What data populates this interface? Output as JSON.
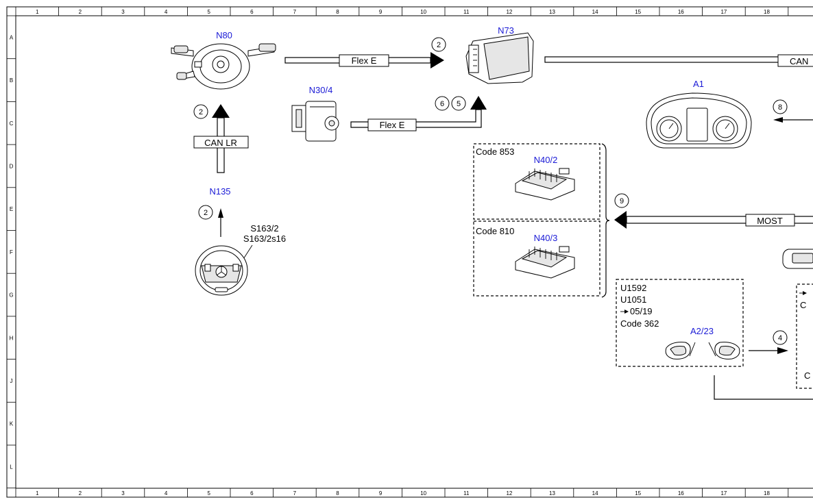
{
  "ruler": {
    "columns": [
      "1",
      "2",
      "3",
      "4",
      "5",
      "6",
      "7",
      "8",
      "9",
      "10",
      "11",
      "12",
      "13",
      "14",
      "15",
      "16",
      "17",
      "18"
    ],
    "rows": [
      "A",
      "B",
      "C",
      "D",
      "E",
      "F",
      "G",
      "H",
      "J",
      "K",
      "L"
    ]
  },
  "components": {
    "n80": "N80",
    "n73": "N73",
    "n30_4": "N30/4",
    "a1": "A1",
    "n135": "N135",
    "n40_2": "N40/2",
    "n40_3": "N40/3",
    "a2_23": "A2/23"
  },
  "switch_labels": [
    "S163/2",
    "S163/2s16"
  ],
  "buses": {
    "flex_e_top": "Flex E",
    "flex_e_bottom": "Flex E",
    "can_lr": "CAN LR",
    "can_right": "CAN",
    "most": "MOST"
  },
  "circled_refs": {
    "r_n73": "2",
    "r_can_lr": "2",
    "r_n135": "2",
    "r_6": "6",
    "r_5": "5",
    "r_8": "8",
    "r_9": "9",
    "r_4": "4"
  },
  "code_boxes": {
    "code_853": "Code 853",
    "code_810": "Code 810",
    "a2_23_notes": [
      "U1592",
      "U1051",
      "05/19",
      "Code 362"
    ],
    "partial_right": [
      "C",
      "C"
    ]
  }
}
